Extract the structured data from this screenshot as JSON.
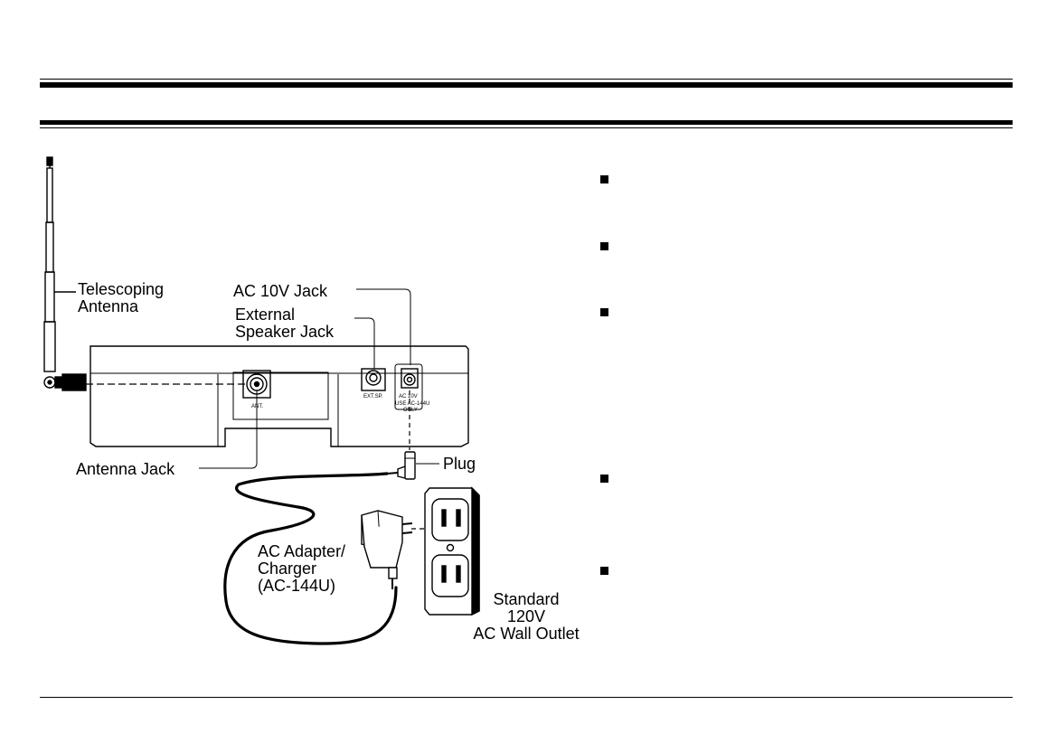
{
  "callouts": {
    "telescoping_antenna": [
      "Telescoping",
      "Antenna"
    ],
    "ac_jack": "AC  10V  Jack",
    "ext_speaker_jack": [
      "External",
      "Speaker  Jack"
    ],
    "antenna_jack": "Antenna  Jack",
    "plug": "Plug",
    "adapter": [
      "AC  Adapter/",
      "Charger",
      "(AC-144U)"
    ],
    "outlet": [
      "Standard",
      "120V",
      "AC  Wall  Outlet"
    ]
  },
  "panel_marks": {
    "ant": "ANT.",
    "ext_sp": "EXT.SP.",
    "ac10v": "AC 10V",
    "use_only": [
      "USE AC-144U",
      "ONLY"
    ]
  },
  "bullets": [
    {
      "id": "b1"
    },
    {
      "id": "b2"
    },
    {
      "id": "b3"
    },
    {
      "id": "b4"
    },
    {
      "id": "b5"
    }
  ],
  "colors": {
    "ink": "#000000",
    "paper": "#ffffff"
  }
}
